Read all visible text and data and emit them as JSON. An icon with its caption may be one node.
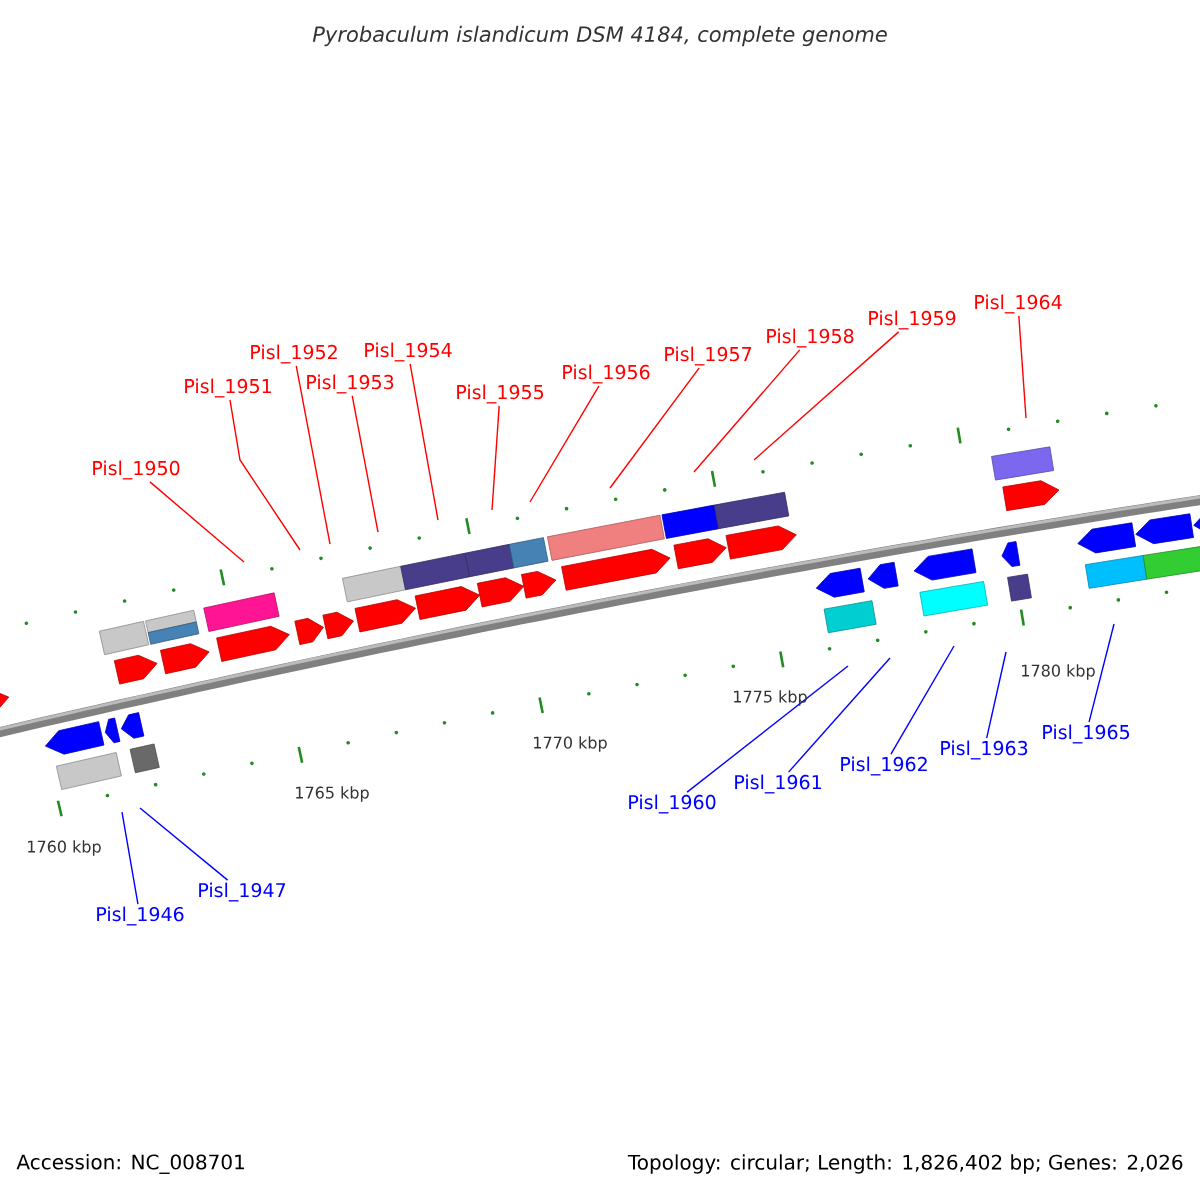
{
  "diagram": {
    "title": "Pyrobaculum islandicum DSM 4184, complete genome",
    "nodes": [
      {
        "text": [
          "Pisl_1950"
        ]
      },
      {
        "text": [
          "Pisl_1951"
        ]
      },
      {
        "text": [
          "Pisl_1952"
        ]
      },
      {
        "text": [
          "Pisl_1953"
        ]
      },
      {
        "text": [
          "Pisl_1954"
        ]
      },
      {
        "text": [
          "Pisl_1955"
        ]
      },
      {
        "text": [
          "Pisl_1956"
        ]
      },
      {
        "text": [
          "Pisl_1957"
        ]
      },
      {
        "text": [
          "Pisl_1958"
        ]
      },
      {
        "text": [
          "Pisl_1959"
        ]
      },
      {
        "text": [
          "Pisl_1964"
        ]
      },
      {
        "text": [
          "Pisl_1946"
        ]
      },
      {
        "text": [
          "Pisl_1947"
        ]
      },
      {
        "text": [
          "Pisl_1960"
        ]
      },
      {
        "text": [
          "Pisl_1961"
        ]
      },
      {
        "text": [
          "Pisl_1962"
        ]
      },
      {
        "text": [
          "Pisl_1963"
        ]
      },
      {
        "text": [
          "Pisl_1965"
        ]
      }
    ],
    "edges": [
      {
        "from": 0,
        "to": null,
        "arrow": "none"
      },
      {
        "from": 1,
        "to": null,
        "arrow": "none"
      },
      {
        "from": 2,
        "to": null,
        "arrow": "none"
      },
      {
        "from": 3,
        "to": null,
        "arrow": "none"
      },
      {
        "from": 4,
        "to": null,
        "arrow": "none"
      },
      {
        "from": 5,
        "to": null,
        "arrow": "none"
      },
      {
        "from": 6,
        "to": null,
        "arrow": "none"
      },
      {
        "from": 7,
        "to": null,
        "arrow": "none"
      },
      {
        "from": 8,
        "to": null,
        "arrow": "none"
      },
      {
        "from": 9,
        "to": null,
        "arrow": "none"
      },
      {
        "from": 10,
        "to": null,
        "arrow": "none"
      },
      {
        "from": 11,
        "to": null,
        "arrow": "none",
        "color": "#0000ff"
      },
      {
        "from": 12,
        "to": null,
        "arrow": "none",
        "color": "#0000ff"
      },
      {
        "from": 13,
        "to": null,
        "arrow": "none",
        "color": "#0000ff"
      },
      {
        "from": 14,
        "to": null,
        "arrow": "none",
        "color": "#0000ff"
      },
      {
        "from": 15,
        "to": null,
        "arrow": "none",
        "color": "#0000ff"
      },
      {
        "from": 16,
        "to": null,
        "arrow": "none",
        "color": "#0000ff"
      },
      {
        "from": 17,
        "to": null,
        "arrow": "none",
        "color": "#0000ff"
      }
    ],
    "labels": [
      "1760 kbp",
      "1765 kbp",
      "1770 kbp",
      "1775 kbp",
      "1780 kbp",
      "Accession: NC_008701",
      "Topology: circular; Length: 1,826,402 bp; Genes: 2,026"
    ]
  }
}
